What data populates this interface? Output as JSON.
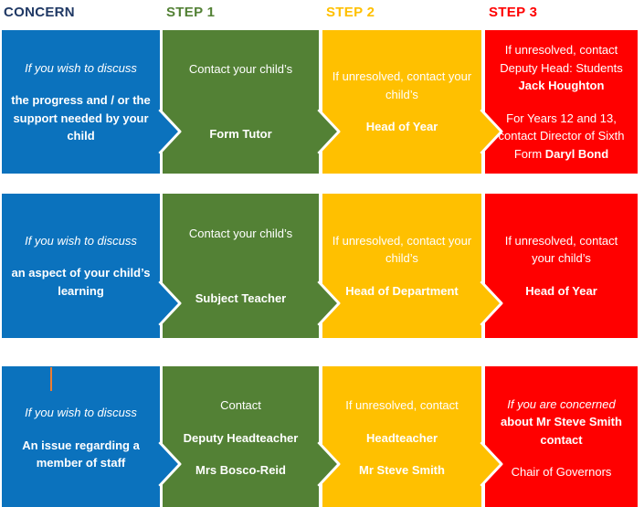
{
  "title": "Concern escalation steps diagram",
  "colors": {
    "blue": "#0B72BD",
    "green": "#538135",
    "amber": "#FFC000",
    "red": "#FF0000",
    "navy": "#1F3864",
    "text_white": "#FFFFFF",
    "cursor_orange": "#ED7D31"
  },
  "headers": [
    {
      "id": "concern",
      "label": "CONCERN",
      "color": "navy"
    },
    {
      "id": "step-1",
      "label": "STEP 1",
      "color": "green"
    },
    {
      "id": "step-2",
      "label": "STEP 2",
      "color": "amber"
    },
    {
      "id": "step-3",
      "label": "STEP 3",
      "color": "red"
    }
  ],
  "rows": [
    {
      "id": "progress-and-support",
      "cells": [
        {
          "column": "concern",
          "color": "blue",
          "arrow": true,
          "paragraphs": [
            {
              "runs": [
                {
                  "text": "If you wish to discuss",
                  "italic": true
                }
              ]
            },
            {
              "runs": [
                {
                  "text": "the progress and / or the support needed by your child",
                  "bold": true
                }
              ]
            }
          ]
        },
        {
          "column": "step-1",
          "color": "green",
          "arrow": true,
          "paragraphs": [
            {
              "runs": [
                {
                  "text": "Contact your child’s"
                }
              ]
            },
            {
              "runs": []
            },
            {
              "runs": [
                {
                  "text": "Form Tutor",
                  "bold": true
                }
              ]
            }
          ]
        },
        {
          "column": "step-2",
          "color": "amber",
          "arrow": true,
          "paragraphs": [
            {
              "runs": [
                {
                  "text": "If unresolved, contact your child’s"
                }
              ]
            },
            {
              "runs": [
                {
                  "text": "Head of Year",
                  "bold": true
                }
              ]
            }
          ]
        },
        {
          "column": "step-3",
          "color": "red",
          "arrow": false,
          "paragraphs": [
            {
              "runs": [
                {
                  "text": "If unresolved, contact Deputy Head: Students "
                },
                {
                  "text": "Jack Houghton",
                  "bold": true
                }
              ]
            },
            {
              "runs": [
                {
                  "text": "For Years 12 and 13, contact Director of Sixth Form "
                },
                {
                  "text": "Daryl Bond",
                  "bold": true
                }
              ]
            }
          ]
        }
      ]
    },
    {
      "id": "aspect-of-learning",
      "cells": [
        {
          "column": "concern",
          "color": "blue",
          "arrow": true,
          "paragraphs": [
            {
              "runs": [
                {
                  "text": "If you wish to discuss",
                  "italic": true
                }
              ]
            },
            {
              "runs": [
                {
                  "text": "an aspect of your child’s learning",
                  "bold": true
                }
              ]
            }
          ]
        },
        {
          "column": "step-1",
          "color": "green",
          "arrow": true,
          "paragraphs": [
            {
              "runs": [
                {
                  "text": "Contact your child’s"
                }
              ]
            },
            {
              "runs": []
            },
            {
              "runs": [
                {
                  "text": "Subject Teacher",
                  "bold": true
                }
              ]
            }
          ]
        },
        {
          "column": "step-2",
          "color": "amber",
          "arrow": true,
          "paragraphs": [
            {
              "runs": [
                {
                  "text": "If unresolved, contact your child’s"
                }
              ]
            },
            {
              "runs": [
                {
                  "text": "Head of Department",
                  "bold": true
                }
              ]
            }
          ]
        },
        {
          "column": "step-3",
          "color": "red",
          "arrow": false,
          "paragraphs": [
            {
              "runs": [
                {
                  "text": "If unresolved, contact your child’s"
                }
              ]
            },
            {
              "runs": [
                {
                  "text": "Head of Year",
                  "bold": true
                }
              ]
            }
          ]
        }
      ]
    },
    {
      "id": "issue-regarding-staff",
      "cells": [
        {
          "column": "concern",
          "color": "blue",
          "arrow": true,
          "paragraphs": [
            {
              "runs": [
                {
                  "text": "If you wish to discuss",
                  "italic": true
                }
              ]
            },
            {
              "runs": [
                {
                  "text": "An issue regarding a member of staff",
                  "bold": true
                }
              ]
            }
          ]
        },
        {
          "column": "step-1",
          "color": "green",
          "arrow": true,
          "paragraphs": [
            {
              "runs": [
                {
                  "text": "Contact"
                }
              ]
            },
            {
              "runs": [
                {
                  "text": "Deputy Headteacher",
                  "bold": true
                }
              ]
            },
            {
              "runs": [
                {
                  "text": "Mrs Bosco-Reid",
                  "bold": true
                }
              ]
            }
          ]
        },
        {
          "column": "step-2",
          "color": "amber",
          "arrow": true,
          "paragraphs": [
            {
              "runs": [
                {
                  "text": "If unresolved, contact"
                }
              ]
            },
            {
              "runs": [
                {
                  "text": "Headteacher",
                  "bold": true
                }
              ]
            },
            {
              "runs": [
                {
                  "text": "Mr Steve Smith",
                  "bold": true
                }
              ]
            }
          ]
        },
        {
          "column": "step-3",
          "color": "red",
          "arrow": false,
          "paragraphs": [
            {
              "runs": [
                {
                  "text": "If you are concerned ",
                  "italic": true
                },
                {
                  "text": "about Mr Steve Smith contact",
                  "bold": true
                }
              ]
            },
            {
              "runs": [
                {
                  "text": "Chair of Governors"
                }
              ]
            }
          ]
        }
      ]
    }
  ],
  "artifacts": {
    "text_cursor": {
      "present": true,
      "color": "cursor_orange"
    }
  }
}
